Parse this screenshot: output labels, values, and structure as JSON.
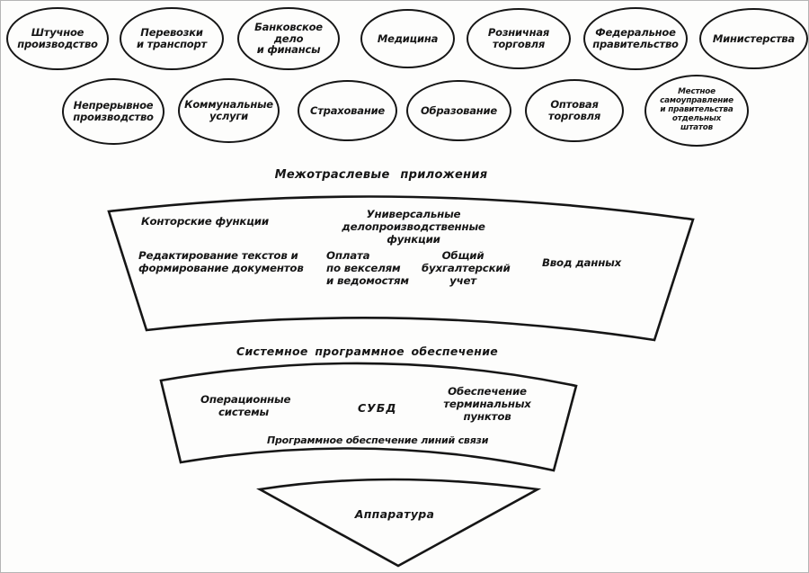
{
  "industries": {
    "row1": [
      {
        "name": "discrete-manufacturing",
        "lines": [
          "Штучное",
          "производство"
        ]
      },
      {
        "name": "transportation",
        "lines": [
          "Перевозки",
          "и транспорт"
        ]
      },
      {
        "name": "banking-finance",
        "lines": [
          "Банковское",
          "дело",
          "и финансы"
        ]
      },
      {
        "name": "medicine",
        "lines": [
          "Медицина"
        ]
      },
      {
        "name": "retail-trade",
        "lines": [
          "Розничная",
          "торговля"
        ]
      },
      {
        "name": "federal-government",
        "lines": [
          "Федеральное",
          "правительство"
        ]
      },
      {
        "name": "ministries",
        "lines": [
          "Министерства"
        ]
      }
    ],
    "row2": [
      {
        "name": "continuous-manufacturing",
        "lines": [
          "Непрерывное",
          "производство"
        ]
      },
      {
        "name": "utilities",
        "lines": [
          "Коммунальные",
          "услуги"
        ]
      },
      {
        "name": "insurance",
        "lines": [
          "Страхование"
        ]
      },
      {
        "name": "education",
        "lines": [
          "Образование"
        ]
      },
      {
        "name": "wholesale-trade",
        "lines": [
          "Оптовая",
          "торговля"
        ]
      },
      {
        "name": "local-state-government",
        "lines": [
          "Местное",
          "самоуправление",
          "и правительства",
          "отдельных",
          "штатов"
        ]
      }
    ]
  },
  "layers": {
    "applications": {
      "label": "Межотраслевые приложения",
      "items": [
        {
          "lines": [
            "Конторские функции"
          ]
        },
        {
          "lines": [
            "Универсальные",
            "делопроизводственные функции"
          ]
        },
        {
          "lines": [
            "Редактирование текстов и",
            "формирование документов"
          ]
        },
        {
          "lines": [
            "Оплата",
            "по векселям",
            "и ведомостям"
          ]
        },
        {
          "lines": [
            "Общий",
            "бухгалтерский",
            "учет"
          ]
        },
        {
          "lines": [
            "Ввод данных"
          ]
        }
      ]
    },
    "system_software": {
      "label": "Системное программное обеспечение",
      "items": [
        {
          "lines": [
            "Операционные",
            "системы"
          ]
        },
        {
          "lines": [
            "СУБД"
          ]
        },
        {
          "lines": [
            "Обеспечение",
            "терминальных",
            "пунктов"
          ]
        },
        {
          "lines": [
            "Программное обеспечение линий связи"
          ]
        }
      ]
    },
    "hardware": {
      "label": "Аппаратура"
    }
  },
  "colors": {
    "ink": "#161616",
    "background": "#fdfdfc"
  }
}
